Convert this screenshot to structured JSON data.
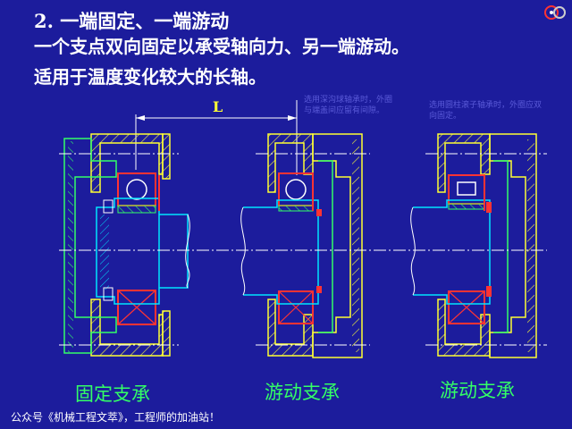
{
  "heading": "2. 一端固定、一端游动",
  "lines": [
    "一个支点双向固定以承受轴向力、另一端游动。",
    "适用于温度变化较大的长轴。"
  ],
  "dimension_label": "L",
  "notes": {
    "deep_groove": "选用深沟球轴承时，外圈与端盖间应留有间隙。",
    "cylindrical": "选用圆柱滚子轴承时，外圈应双向固定。"
  },
  "captions": {
    "fixed": "固定支承",
    "floating_1": "游动支承",
    "floating_2": "游动支承"
  },
  "footer": "公众号《机械工程文萃》，工程师的加油站！",
  "colors": {
    "background": "#1c1c9c",
    "housing_outline": "#ffff33",
    "hatch": "#ffff33",
    "end_cover": "#33ff66",
    "shaft": "#00e5ff",
    "bearing": "#ff3333",
    "centerline": "#ffffff",
    "caption": "#33ff66"
  },
  "icons": {
    "logo": "gear-logo-icon"
  }
}
